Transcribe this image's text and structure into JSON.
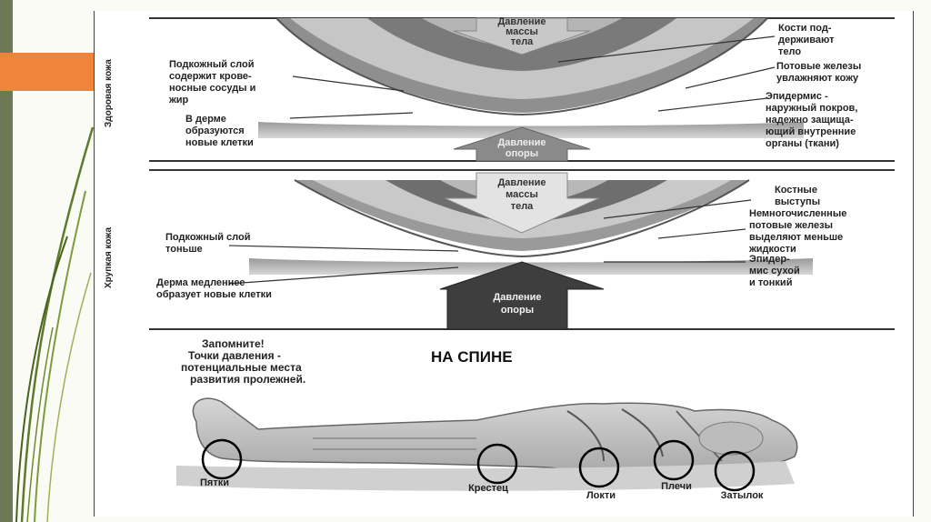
{
  "colors": {
    "leftband": "#6b7a52",
    "accent": "#f0843a"
  },
  "panel_top": {
    "side_label": "Здоровая кожа",
    "arrow_top": [
      "Давление",
      "массы",
      "тела"
    ],
    "arrow_bottom": [
      "Давление",
      "опоры"
    ],
    "left_labels": [
      [
        "Подкожный слой",
        "содержит крове-",
        "носные сосуды и",
        "жир"
      ],
      [
        "В дерме",
        "образуются",
        "новые клетки"
      ]
    ],
    "right_labels": [
      [
        "Кости под-",
        "держивают",
        "тело"
      ],
      [
        "Потовые железы",
        "увлажняют кожу"
      ],
      [
        "Эпидермис -",
        "наружный покров,",
        "надежно защища-",
        "ющий внутренние",
        "органы (ткани)"
      ]
    ]
  },
  "panel_mid": {
    "side_label": "Хрупкая кожа",
    "arrow_top": [
      "Давление",
      "массы",
      "тела"
    ],
    "arrow_bottom": [
      "Давление",
      "опоры"
    ],
    "left_labels": [
      [
        "Подкожный слой",
        "тоньше"
      ],
      [
        "Дерма медленнее",
        "образует новые клетки"
      ]
    ],
    "right_labels": [
      [
        "Костные",
        "выступы"
      ],
      [
        "Немногочисленные",
        "потовые железы",
        "выделяют меньше",
        "жидкости"
      ],
      [
        "Эпидер-",
        "мис сухой",
        "и тонкий"
      ]
    ]
  },
  "panel_bottom": {
    "note": [
      "Запомните!",
      "Точки давления -",
      "потенциальные места",
      "развития пролежней."
    ],
    "title": "НА СПИНЕ",
    "points": [
      "Пятки",
      "Крестец",
      "Локти",
      "Плечи",
      "Затылок"
    ]
  }
}
